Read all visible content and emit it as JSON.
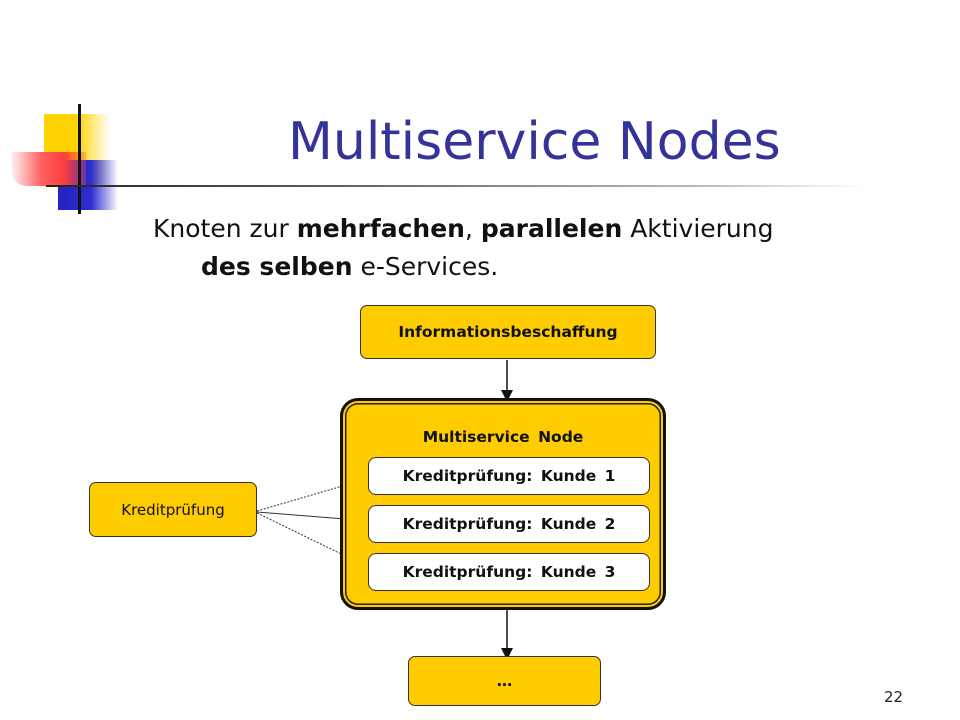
{
  "slide": {
    "title": "Multiservice Nodes",
    "body": {
      "part1": "Knoten zur ",
      "bold1": "mehrfachen",
      "part2": ", ",
      "bold2": "parallelen",
      "part3": " Aktivierung",
      "bold3": "des selben",
      "part4": " e-Services."
    },
    "page_number": "22"
  },
  "diagram": {
    "top_box": "Informationsbeschaffung",
    "node_title": "Multiservice Node",
    "node_items": [
      "Kreditprüfung: Kunde 1",
      "Kreditprüfung: Kunde 2",
      "Kreditprüfung: Kunde 3"
    ],
    "side_box": "Kreditprüfung",
    "bottom_box": "…",
    "colors": {
      "box_fill": "#ffcc00",
      "title_color": "#333399"
    }
  }
}
